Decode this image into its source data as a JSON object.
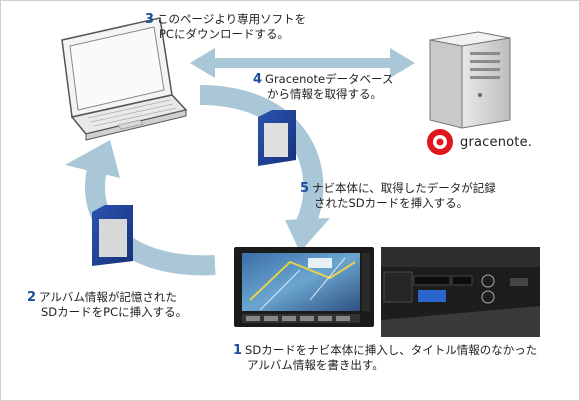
{
  "steps": [
    {
      "num": "3",
      "line1": "このページより専用ソフトを",
      "line2": "PCにダウンロードする。"
    },
    {
      "num": "4",
      "line1": "Gracenoteデータベース",
      "line2": "から情報を取得する。"
    },
    {
      "num": "5",
      "line1": "ナビ本体に、取得したデータが記録",
      "line2": "されたSDカードを挿入する。"
    },
    {
      "num": "2",
      "line1": "アルバム情報が記憶された",
      "line2": "SDカードをPCに挿入する。"
    },
    {
      "num": "1",
      "line1": "SDカードをナビ本体に挿入し、タイトル情報のなかった",
      "line2": "アルバム情報を書き出す。"
    }
  ],
  "brand": {
    "name": "gracenote."
  },
  "colors": {
    "arrow": "#a9c7d6",
    "number": "#1a4d9c",
    "sd_card": "#1f3d8f"
  }
}
